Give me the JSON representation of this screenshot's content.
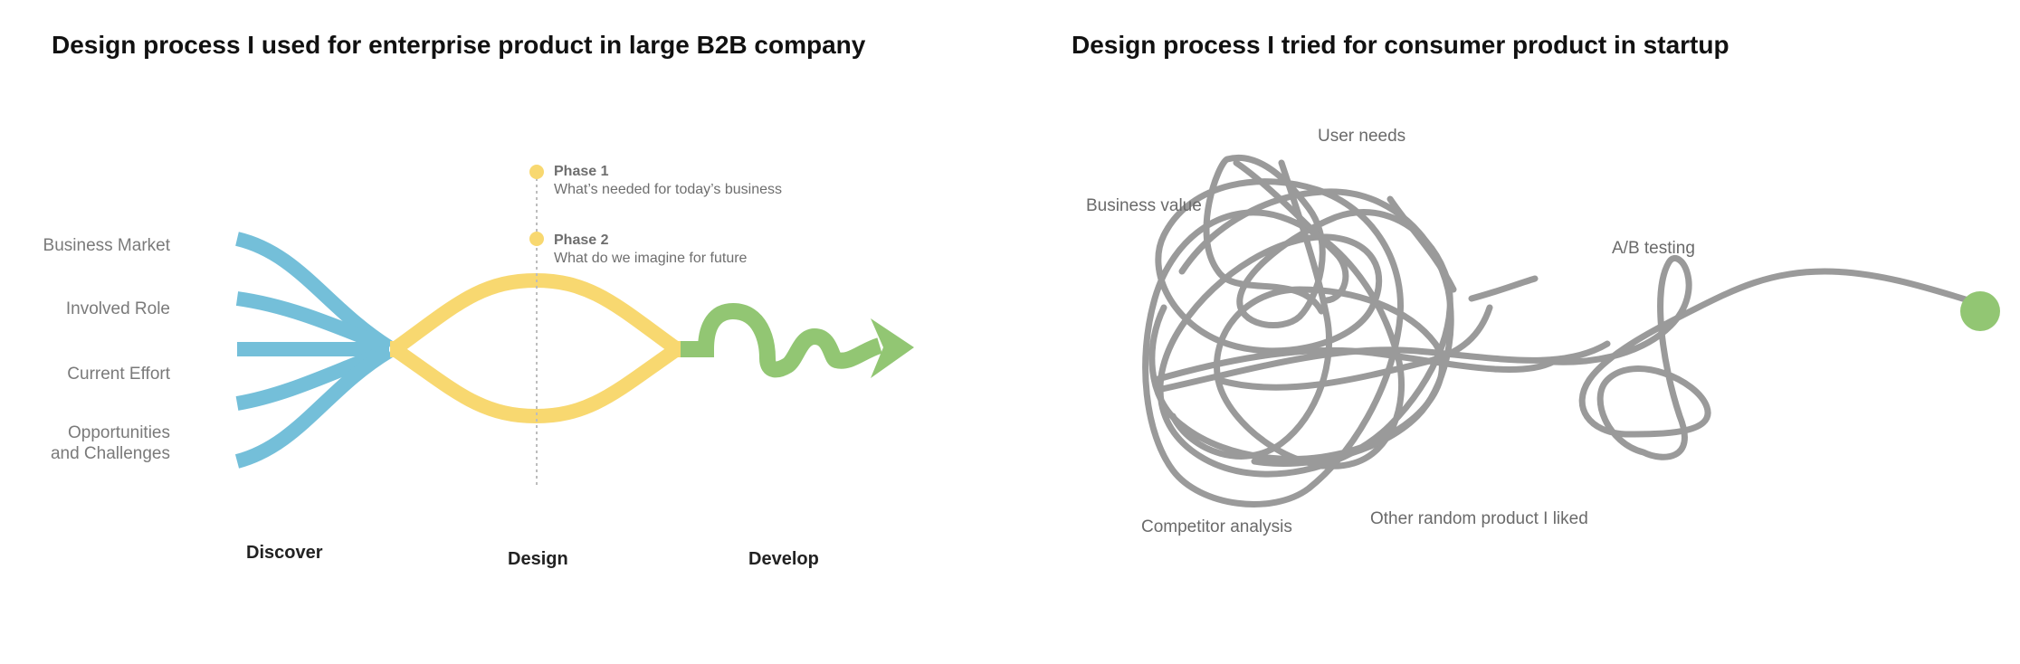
{
  "left": {
    "title": "Design process I used for enterprise product in large B2B company",
    "inputs": [
      "Business Market",
      "Involved Role",
      "Current Effort",
      "Opportunities",
      "and Challenges"
    ],
    "phases": [
      {
        "name": "Phase 1",
        "desc": "What’s needed for today’s business"
      },
      {
        "name": "Phase 2",
        "desc": "What do we imagine for future"
      }
    ],
    "stages": [
      "Discover",
      "Design",
      "Develop"
    ],
    "colors": {
      "discover": "#74bfd9",
      "design": "#f8d870",
      "develop": "#92c673",
      "dot": "#f8d870"
    }
  },
  "right": {
    "title": "Design process I tried for consumer product in startup",
    "labels": [
      "User needs",
      "Business value",
      "A/B testing",
      "Competitor analysis",
      "Other random product I liked"
    ],
    "colors": {
      "line": "#9a9a9a",
      "end_dot": "#92c673"
    }
  }
}
